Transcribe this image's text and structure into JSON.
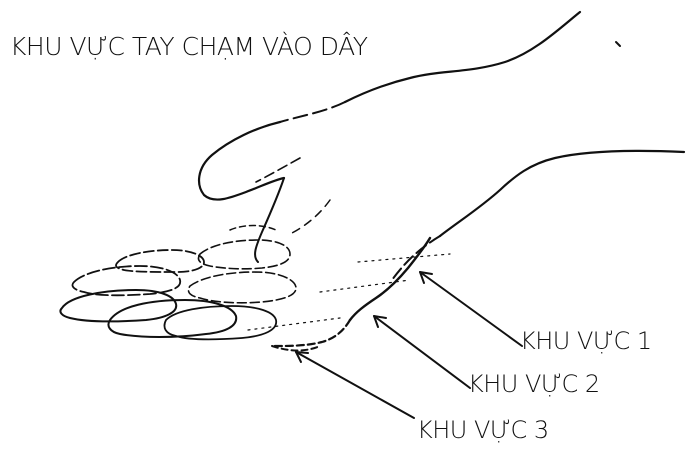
{
  "title": "KHU VỰC TAY CHẠM VÀO DÂY",
  "zones": [
    {
      "label": "KHU VỰC 1"
    },
    {
      "label": "KHU VỰC 2"
    },
    {
      "label": "KHU VỰC 3"
    }
  ],
  "colors": {
    "ink": "#111111",
    "background": "#ffffff"
  }
}
